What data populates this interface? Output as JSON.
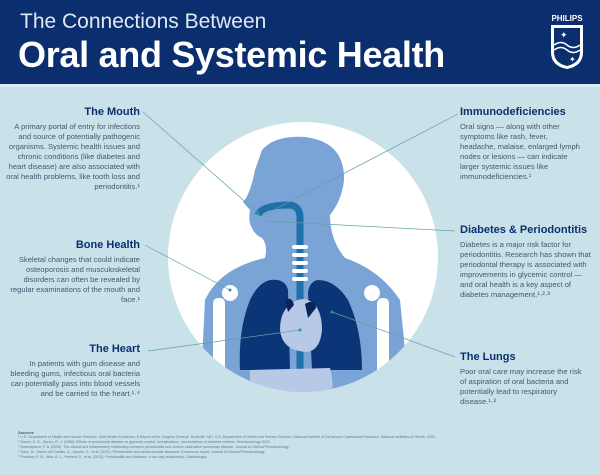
{
  "header": {
    "subtitle": "The Connections Between",
    "title": "Oral and Systemic Health",
    "brand": "PHILIPS"
  },
  "sections": {
    "mouth": {
      "title": "The Mouth",
      "text": "A primary portal of entry for infections and source of potentially pathogenic organisms. Systemic health issues and chronic conditions (like diabetes and heart disease) are also associated with oral health problems, like tooth loss and periodontitis.¹"
    },
    "bone": {
      "title": "Bone Health",
      "text": "Skeletal changes that could indicate osteoporosis and musculoskeletal disorders can often be revealed by regular examinations of the mouth and face.¹"
    },
    "heart": {
      "title": "The Heart",
      "text": "In patients with gum disease and bleeding gums, infectious oral bacteria can potentially pass into blood vessels and be carried to the heart.¹·⁴"
    },
    "immuno": {
      "title": "Immunodeficiencies",
      "text": "Oral signs — along with other symptoms like rash, fever, headache, malaise, enlarged lymph nodes or lesions — can indicate larger systemic issues like immunodeficiencies.¹"
    },
    "diabetes": {
      "title": "Diabetes & Periodontitis",
      "text": "Diabetes is a major risk factor for periodontitis. Research has shown that periodontal therapy is associated with improvements in glycemic control — and oral health is a key aspect of diabetes management.¹·²·³"
    },
    "lungs": {
      "title": "The Lungs",
      "text": "Poor oral care may increase the risk of aspiration of oral bacteria and potentially lead to respiratory disease.¹·³"
    }
  },
  "sources": {
    "label": "Sources",
    "items": [
      "¹ U.S. Department of Health and Human Services. Oral Health in America: A Report of the Surgeon General. Rockville, MD: U.S. Department of Health and Human Services, National Institute of Dental and Craniofacial Research, National Institutes of Health, 2000.",
      "² Grossi, S. G., Genco, R. J. (1998). Effects of periodontal disease on glycemic control, complications, and incidence of diabetes mellitus. Periodontology 2000.",
      "³ Scannapieco, F. A. (2006). The clinical and inflammatory relationship between periodontitis and chronic obstructive pulmonary disease. Journal of Clinical Periodontology.",
      "⁴ Sanz, M., Marco del Castillo, A., Jepsen, S., et al. (2020). Periodontitis and cardiovascular diseases: Consensus report. Journal of Clinical Periodontology.",
      "⁵ Preshaw, P. M., Alba, A. L., Herrera, D., et al. (2012). Periodontitis and diabetes: a two-way relationship. Diabetologia."
    ]
  },
  "colors": {
    "header": "#0b2f6e",
    "background": "#c9e2e9",
    "body": "#7aa3d6",
    "lungs": "#0b3577",
    "esophagus": "#1f6fab"
  }
}
